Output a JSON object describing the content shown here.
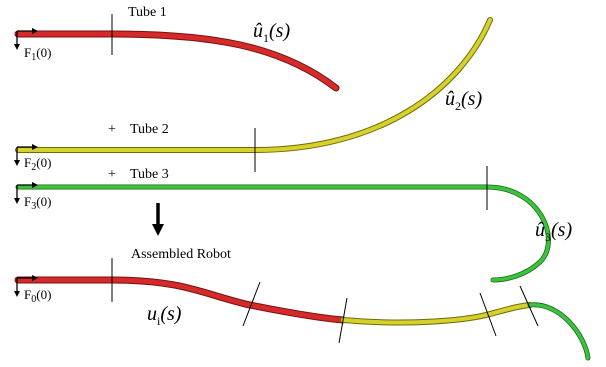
{
  "labels": {
    "tube1": "Tube 1",
    "tube2": "Tube 2",
    "tube3": "Tube 3",
    "plus": "+",
    "assembled": "Assembled Robot"
  },
  "frames": {
    "f1": {
      "base": "F",
      "sub": "1",
      "arg": "(0)"
    },
    "f2": {
      "base": "F",
      "sub": "2",
      "arg": "(0)"
    },
    "f3": {
      "base": "F",
      "sub": "3",
      "arg": "(0)"
    },
    "f0": {
      "base": "F",
      "sub": "0",
      "arg": "(0)"
    }
  },
  "curvatures": {
    "u1": {
      "base": "û",
      "sub": "1",
      "arg": "(s)"
    },
    "u2": {
      "base": "û",
      "sub": "2",
      "arg": "(s)"
    },
    "u3": {
      "base": "û",
      "sub": "3",
      "arg": "(s)"
    },
    "ui": {
      "base": "u",
      "sub": "i",
      "arg": "(s)"
    }
  },
  "colors": {
    "tube1": "#d42a2a",
    "tube1_edge": "#7a1010",
    "tube2": "#d6d22a",
    "tube2_edge": "#6e6a10",
    "tube3": "#3cc23c",
    "tube3_edge": "#1a6a1a"
  }
}
